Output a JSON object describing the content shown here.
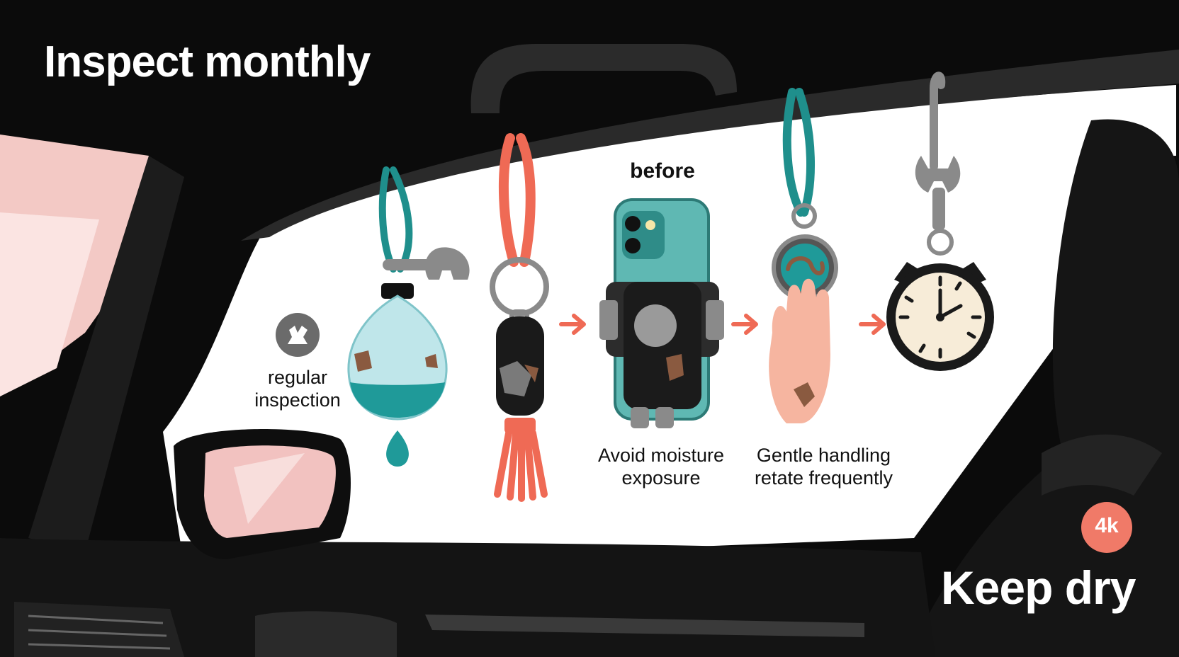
{
  "headline": "Inspect monthly",
  "footer_headline": "Keep dry",
  "badge": "4k",
  "labels": {
    "regular_inspection": "regular\ninspection",
    "before": "before",
    "avoid_moisture": "Avoid moisture\nexposure",
    "gentle_handling": "Gentle handling\nretate frequently"
  },
  "colors": {
    "background": "#0b0b0b",
    "window": "#ffffff",
    "teal": "#1f8f8c",
    "coral": "#ef6a55",
    "gray": "#8a8a8a",
    "badge": "#f07a68"
  },
  "icons": [
    "hand-icon",
    "water-drop-pendant-icon",
    "wrench-icon",
    "keychain-tassel-icon",
    "phone-mount-icon",
    "medallion-hand-icon",
    "stopwatch-icon",
    "arrow-right-icon"
  ]
}
